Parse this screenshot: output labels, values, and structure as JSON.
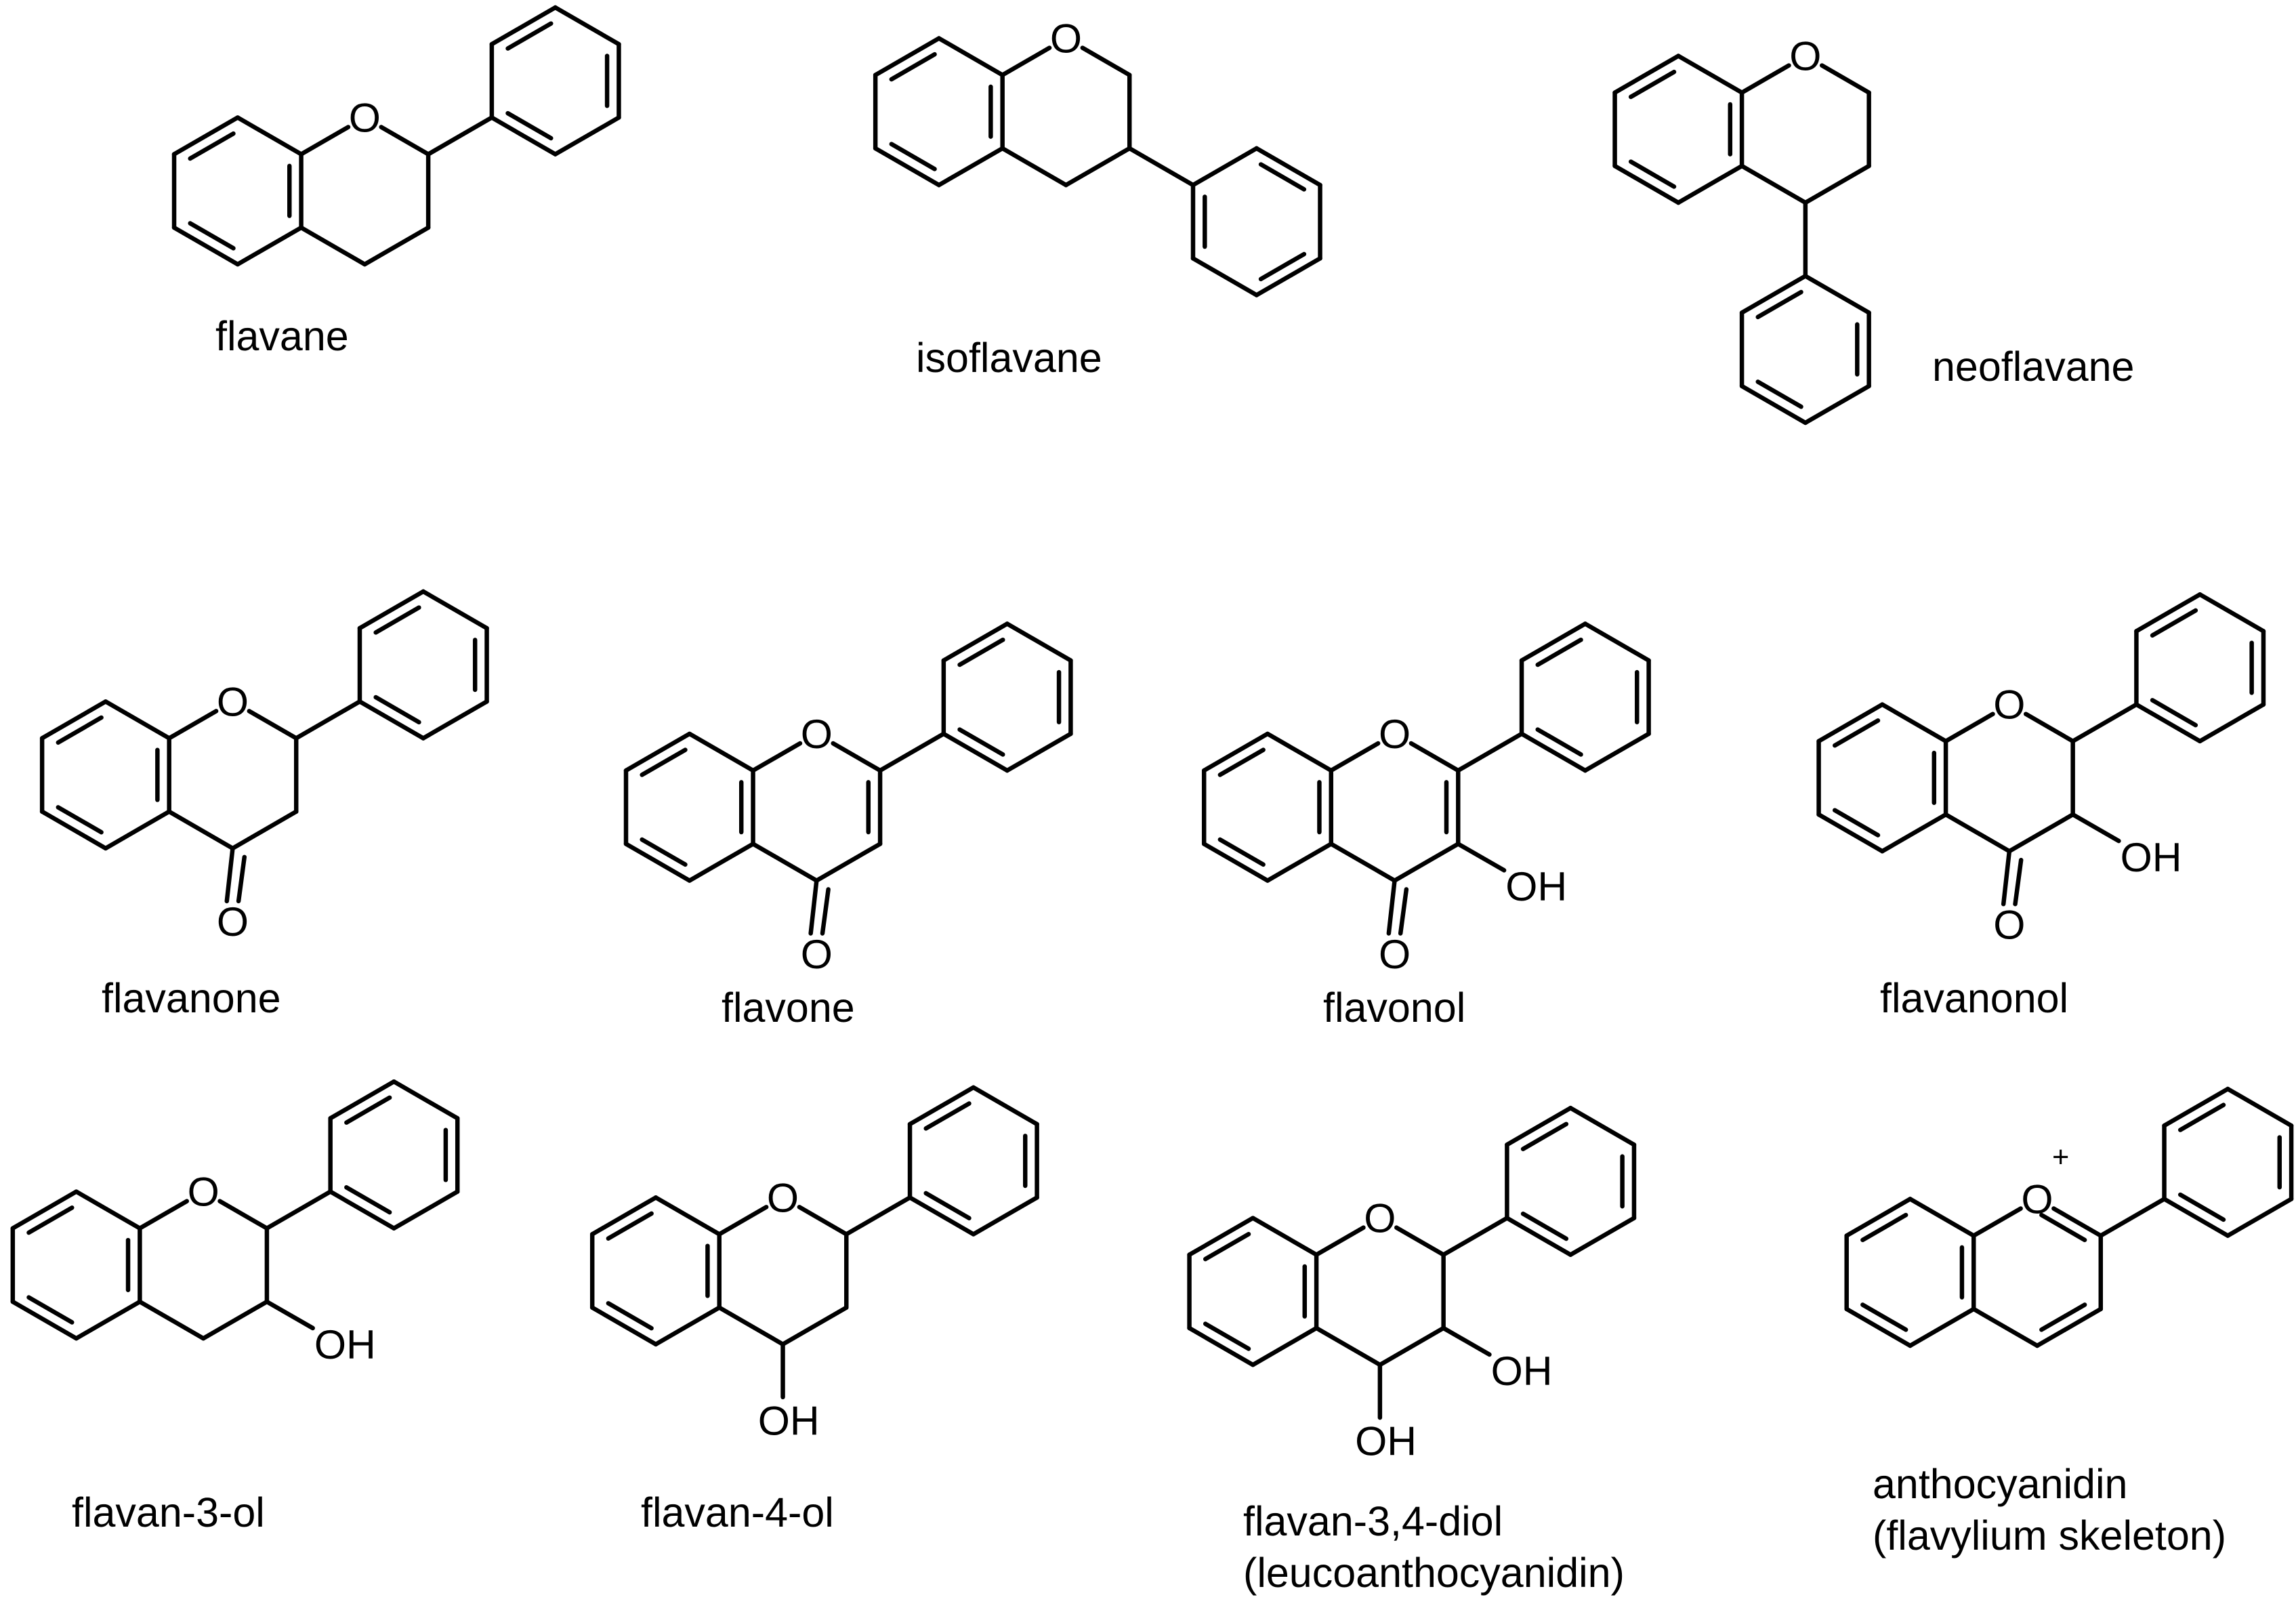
{
  "compounds": [
    {
      "id": "flavane",
      "name": "flavane",
      "subtitle": ""
    },
    {
      "id": "isoflavane",
      "name": "isoflavane",
      "subtitle": ""
    },
    {
      "id": "neoflavane",
      "name": "neoflavane",
      "subtitle": ""
    },
    {
      "id": "flavanone",
      "name": "flavanone",
      "subtitle": "",
      "substituents": [
        "O"
      ]
    },
    {
      "id": "flavone",
      "name": "flavone",
      "subtitle": "",
      "substituents": [
        "O"
      ]
    },
    {
      "id": "flavonol",
      "name": "flavonol",
      "subtitle": "",
      "substituents": [
        "O",
        "OH"
      ]
    },
    {
      "id": "flavanonol",
      "name": "flavanonol",
      "subtitle": "",
      "substituents": [
        "O",
        "OH"
      ]
    },
    {
      "id": "flavan-3-ol",
      "name": "flavan-3-ol",
      "subtitle": "",
      "substituents": [
        "OH"
      ]
    },
    {
      "id": "flavan-4-ol",
      "name": "flavan-4-ol",
      "subtitle": "",
      "substituents": [
        "OH"
      ]
    },
    {
      "id": "flavan-3,4-diol",
      "name": "flavan-3,4-diol",
      "subtitle": "(leucoanthocyanidin)",
      "substituents": [
        "OH",
        "OH"
      ]
    },
    {
      "id": "anthocyanidin",
      "name": "anthocyanidin",
      "subtitle": "(flavylium skeleton)",
      "charge": "+"
    }
  ],
  "ring_heteroatom": "O",
  "colors": {
    "ink": "#000000",
    "background": "#ffffff"
  }
}
